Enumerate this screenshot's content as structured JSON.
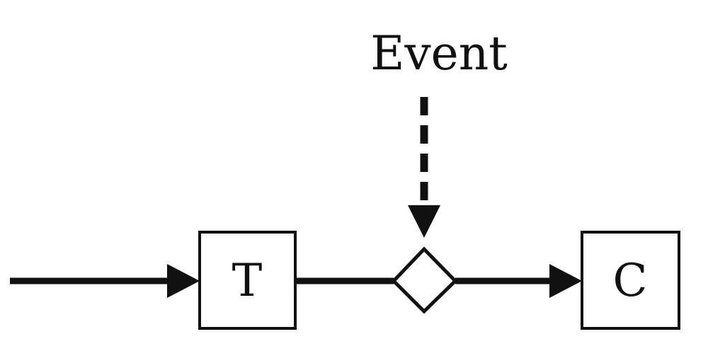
{
  "diagram": {
    "event_label": "Event",
    "nodes": [
      {
        "id": "t",
        "label": "T"
      },
      {
        "id": "c",
        "label": "C"
      }
    ]
  },
  "colors": {
    "stroke": "#111111",
    "fill": "#ffffff"
  }
}
